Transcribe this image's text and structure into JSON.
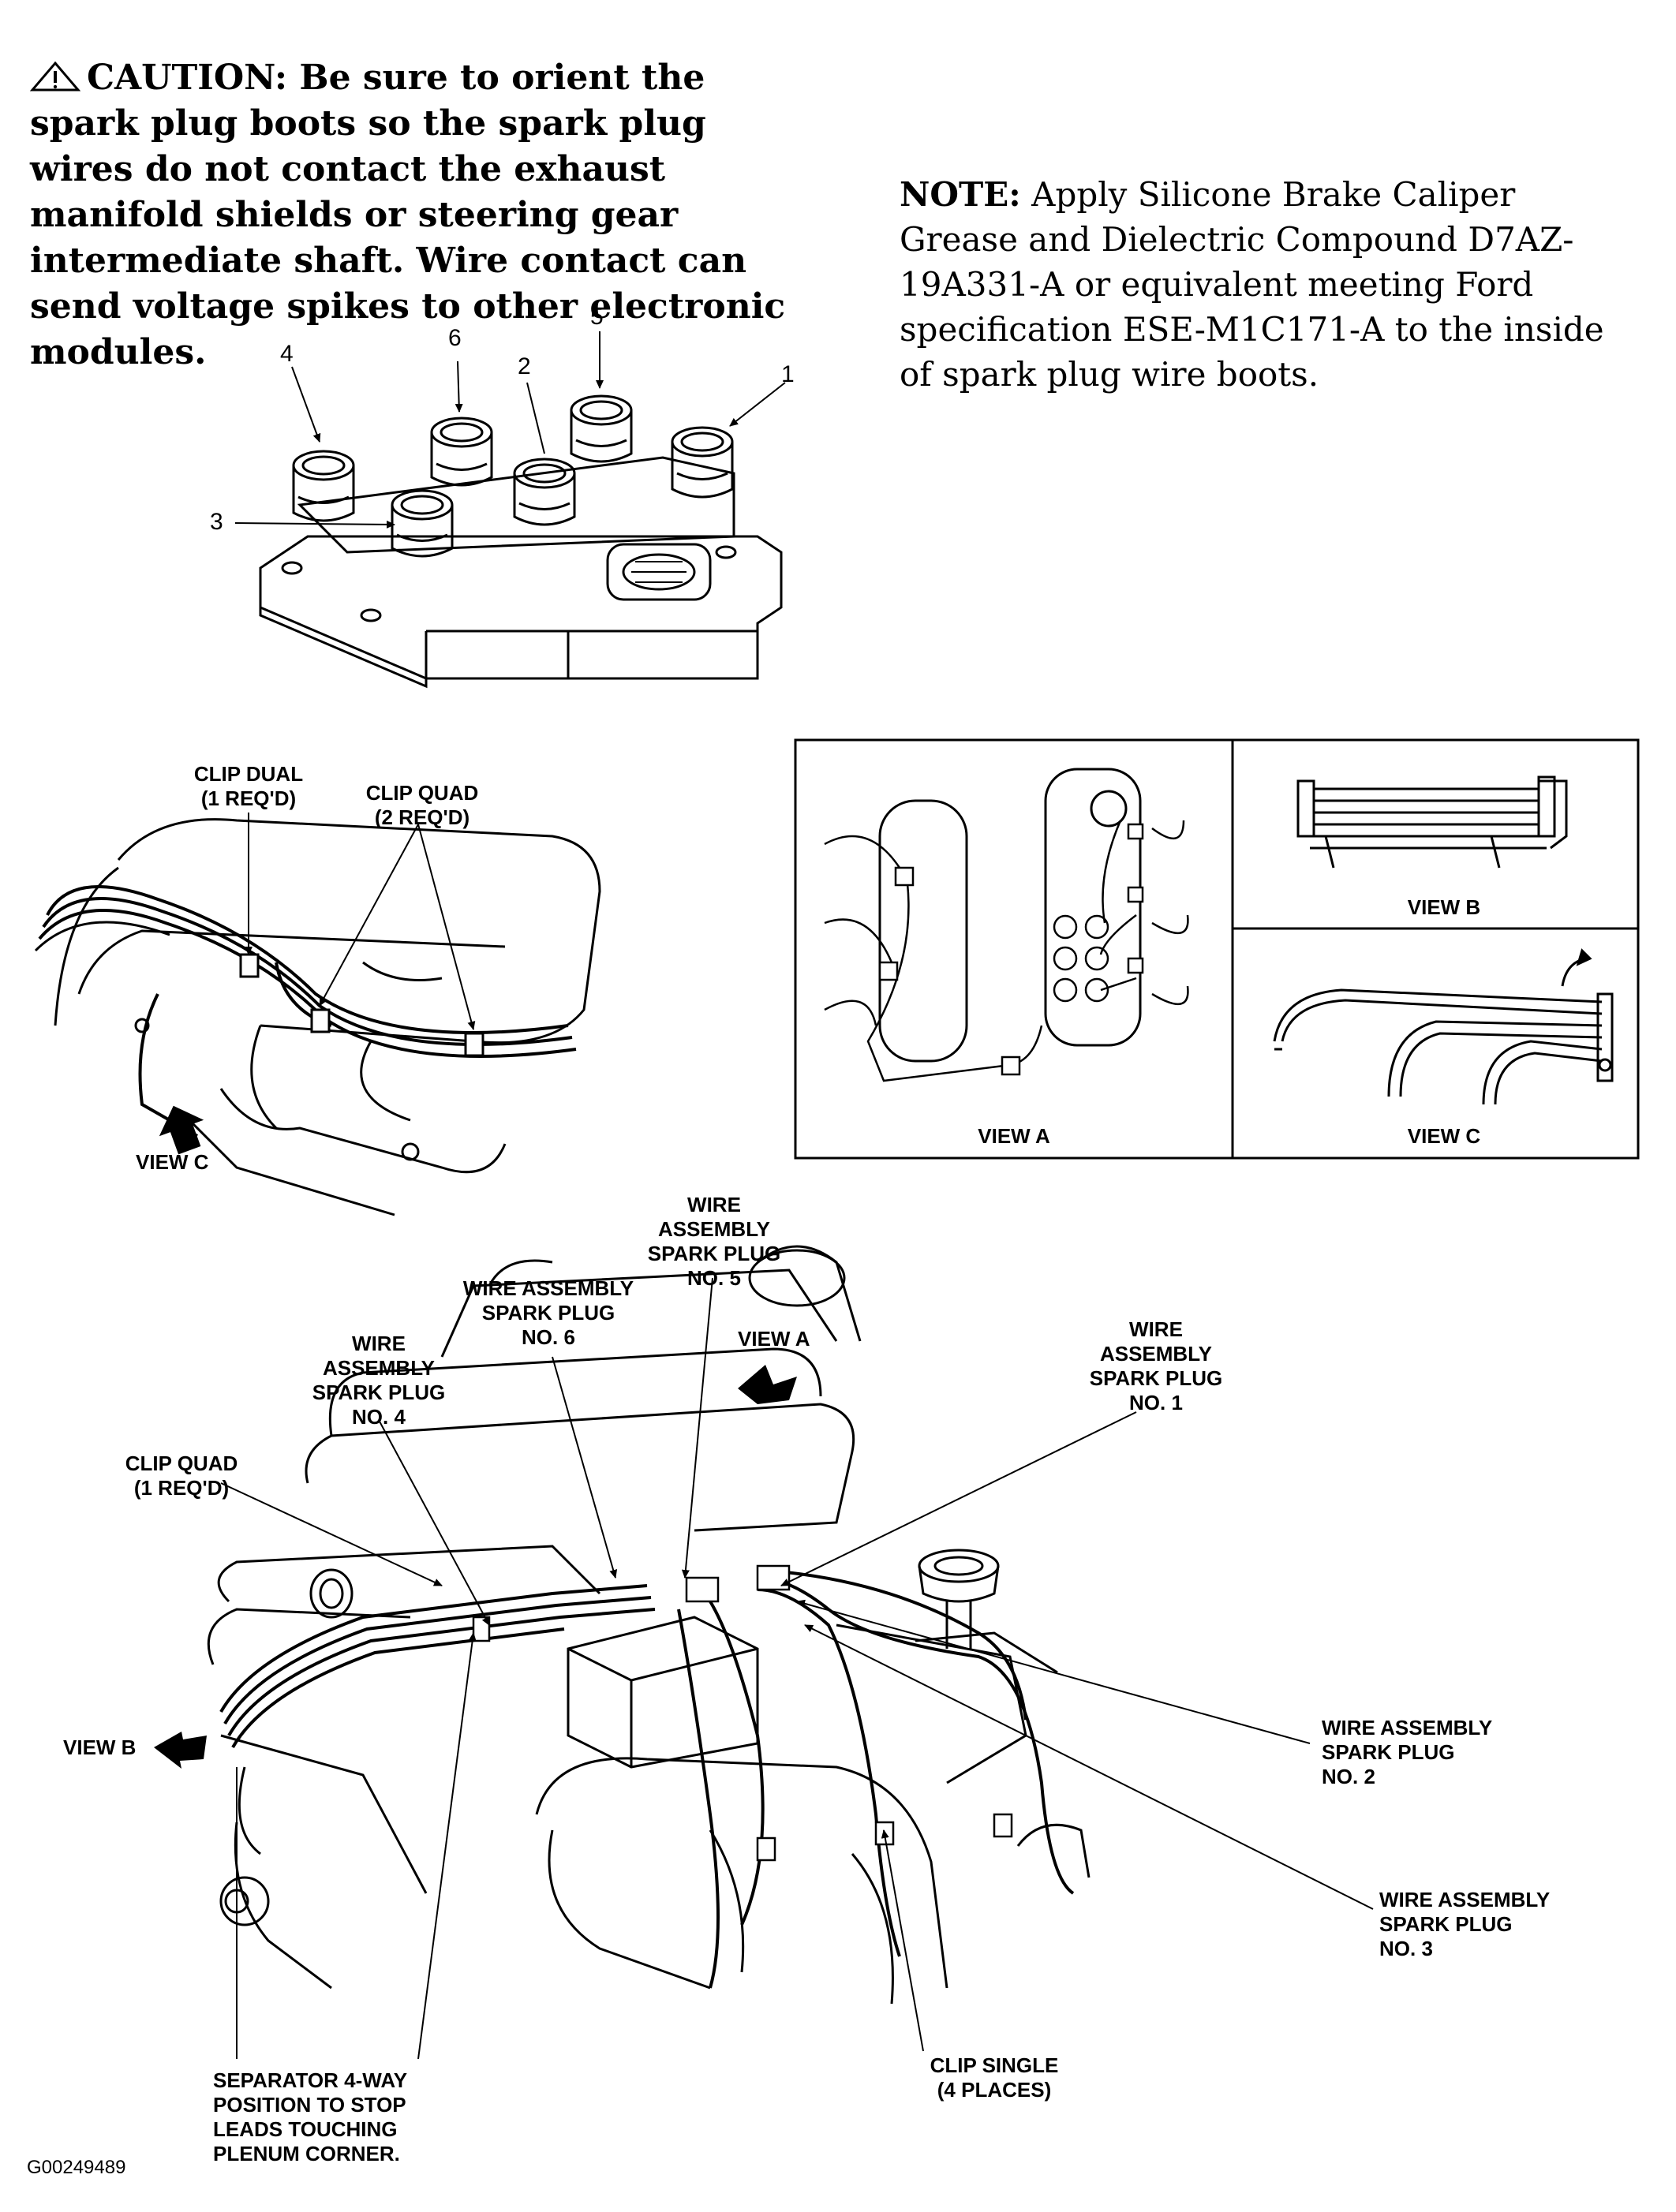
{
  "caution": {
    "icon": "caution-triangle-icon",
    "lead": "CAUTION:",
    "text": "Be sure to orient the spark plug boots so the spark plug wires do not contact the exhaust manifold shields or steering gear intermediate shaft. Wire contact can send voltage spikes to other electronic modules."
  },
  "note": {
    "lead": "NOTE:",
    "text": "Apply Silicone Brake Caliper Grease and Dielectric Compound D7AZ-19A331-A or equivalent meeting Ford specification ESE-M1C171-A to the inside of spark plug wire boots."
  },
  "coil_pack": {
    "tower_numbers": [
      "1",
      "2",
      "3",
      "4",
      "5",
      "6"
    ]
  },
  "upper_left": {
    "clip_dual": "CLIP DUAL\n(1 REQ'D)",
    "clip_quad": "CLIP QUAD\n(2 REQ'D)",
    "view_c": "VIEW C"
  },
  "views_panel": {
    "view_a": "VIEW A",
    "view_b": "VIEW B",
    "view_c": "VIEW C"
  },
  "engine": {
    "wire_5": "WIRE\nASSEMBLY\nSPARK PLUG\nNO. 5",
    "wire_6": "WIRE ASSEMBLY\nSPARK PLUG\nNO. 6",
    "view_a": "VIEW A",
    "wire_4": "WIRE\nASSEMBLY\nSPARK PLUG\nNO. 4",
    "wire_1": "WIRE\nASSEMBLY\nSPARK PLUG\nNO. 1",
    "clip_quad": "CLIP QUAD\n(1 REQ'D)",
    "view_b": "VIEW B",
    "wire_2": "WIRE ASSEMBLY\nSPARK PLUG\nNO. 2",
    "wire_3": "WIRE ASSEMBLY\nSPARK PLUG\nNO. 3",
    "separator": "SEPARATOR 4-WAY\nPOSITION TO STOP\nLEADS TOUCHING\nPLENUM CORNER.",
    "clip_single": "CLIP SINGLE\n(4 PLACES)"
  },
  "figure_id": "G00249489"
}
